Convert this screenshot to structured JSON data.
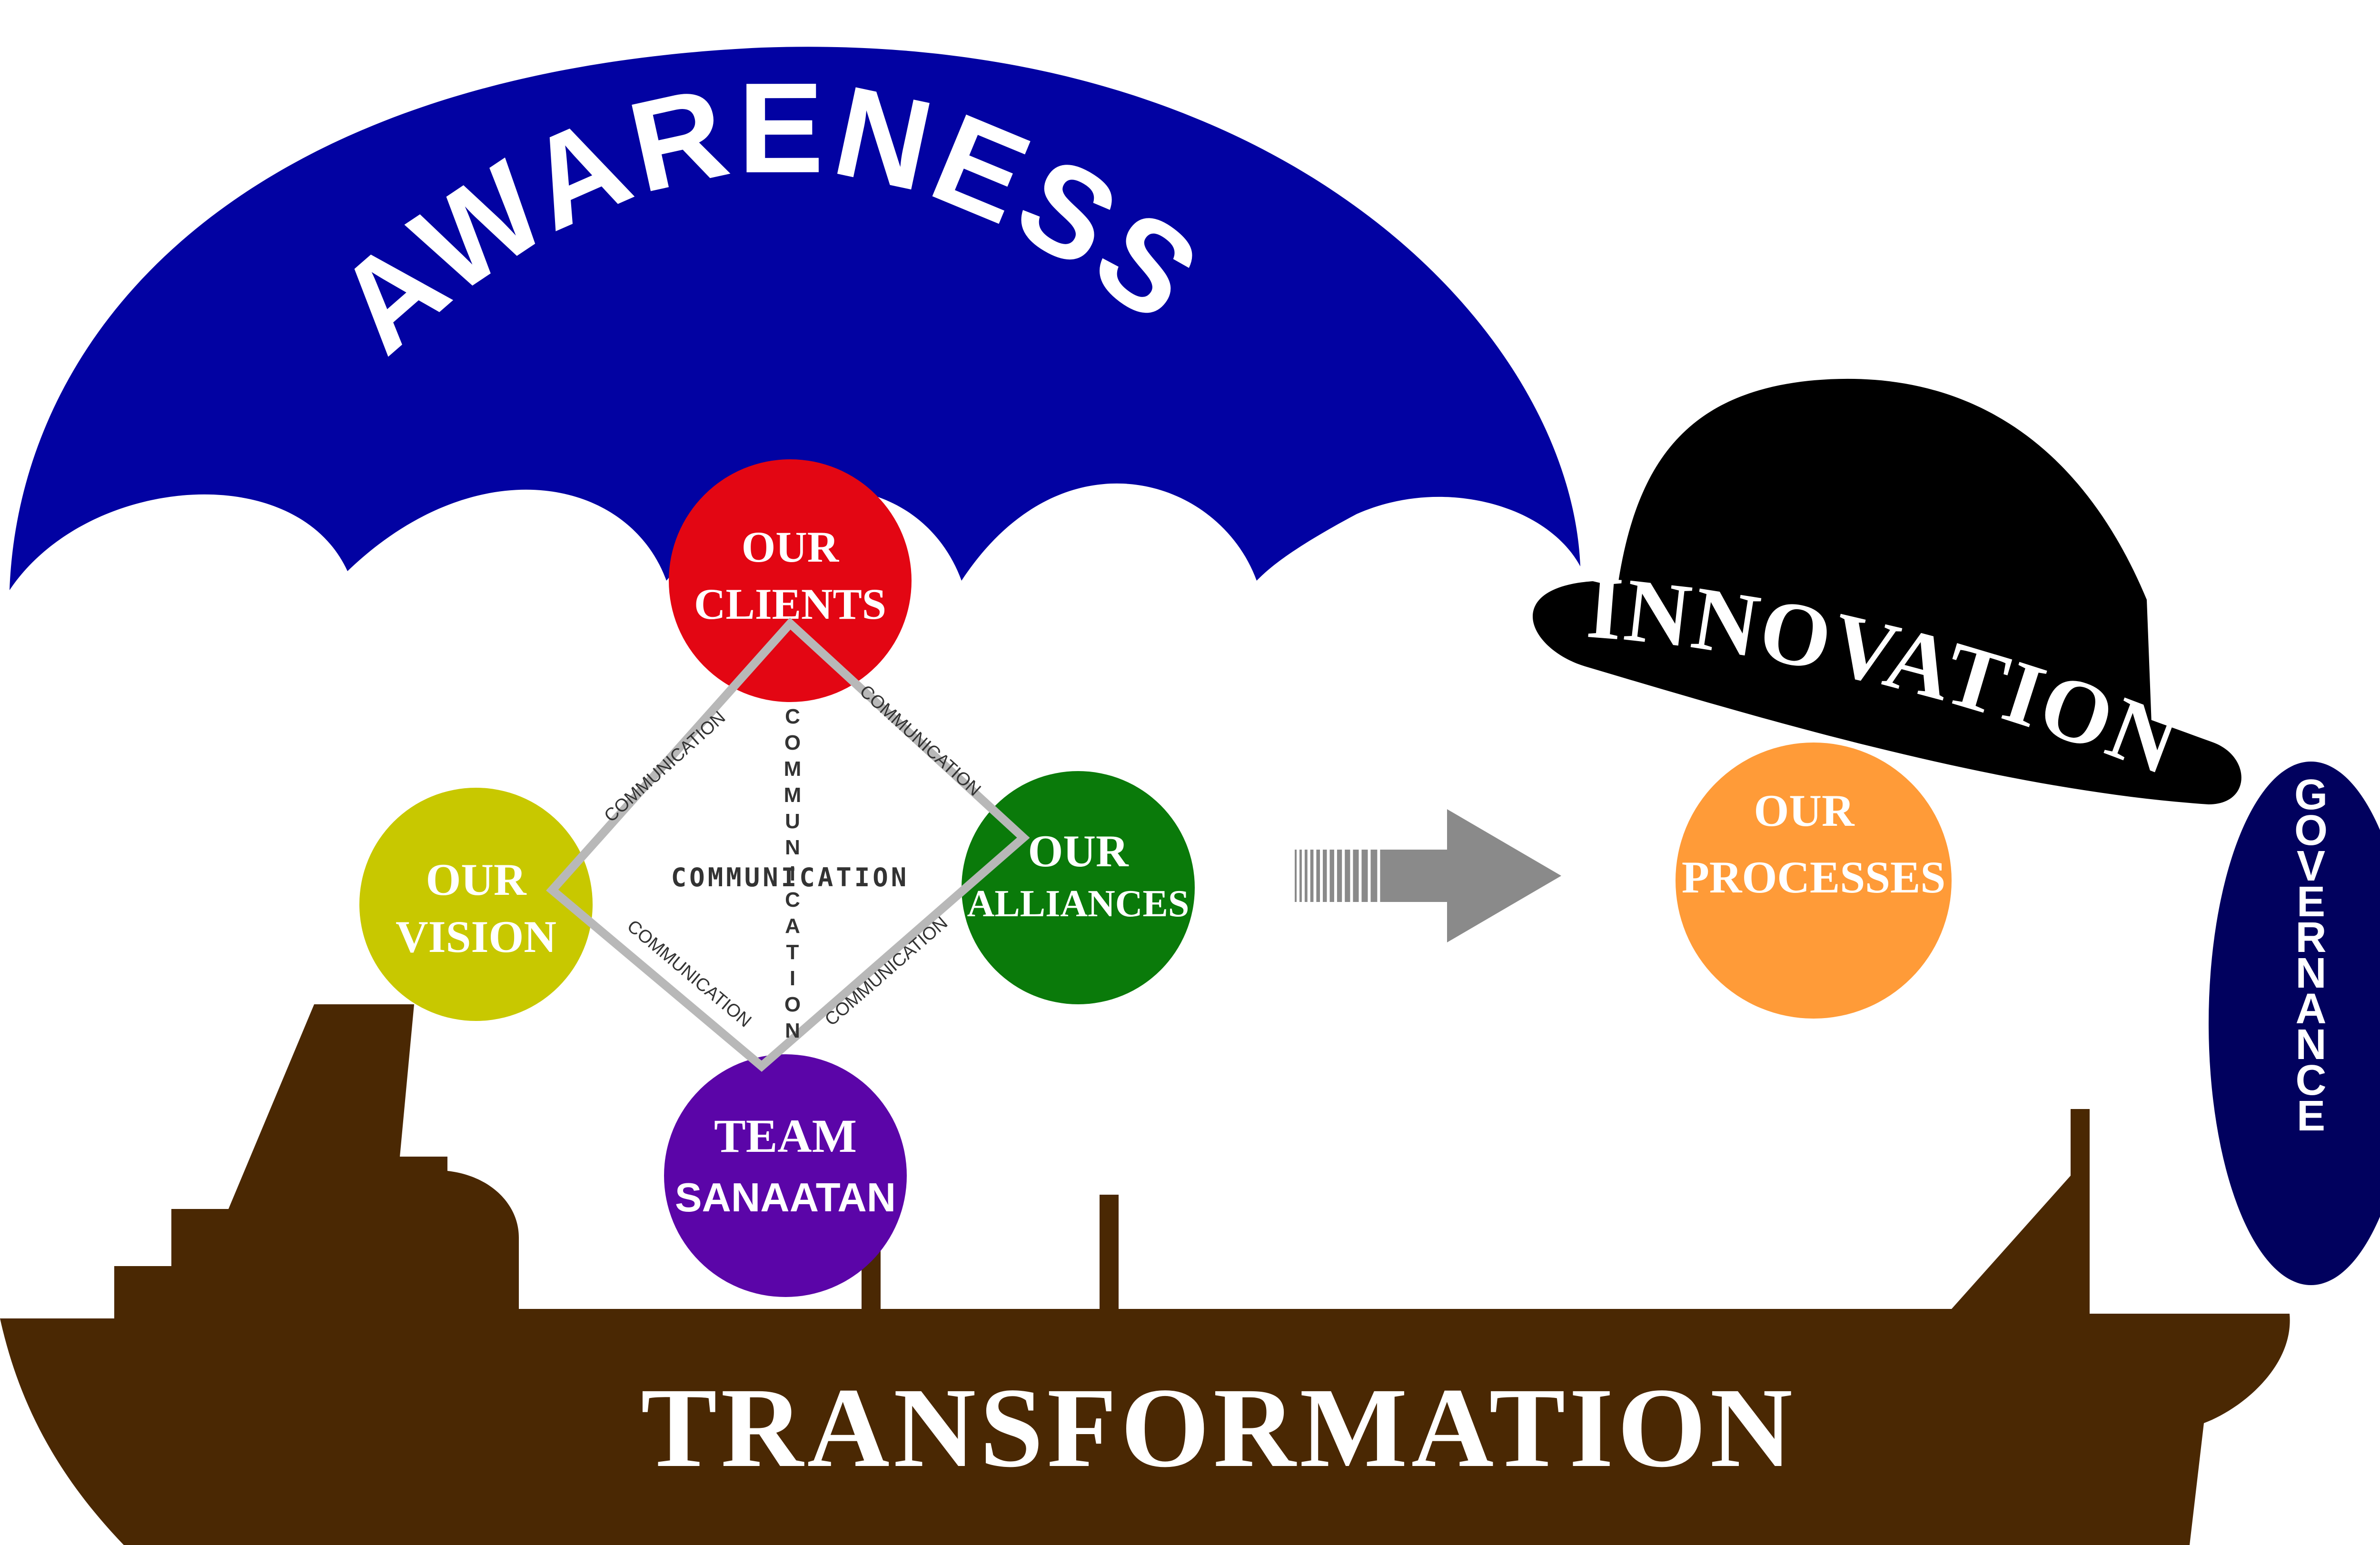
{
  "diagram": {
    "awareness": "AWARENESS",
    "innovation": "INNOVATION",
    "governance": "GOVERNANCE",
    "transformation": "TRANSFORMATION",
    "nodes": {
      "clients": {
        "line1": "OUR",
        "line2": "CLIENTS"
      },
      "vision": {
        "line1": "OUR",
        "line2": "VISION"
      },
      "alliances": {
        "line1": "OUR",
        "line2": "ALLIANCES"
      },
      "team": {
        "line1": "TEAM",
        "line2": "SANAATAN"
      },
      "processes": {
        "line1": "OUR",
        "line2": "PROCESSES"
      }
    },
    "communication": {
      "edge_label": "COMMUNICATION",
      "center_horizontal": "COMMUNICATION",
      "center_vertical": "COMMUNICATION"
    }
  },
  "colors": {
    "umbrella": "#0202A2",
    "hat": "#000000",
    "governance": "#01015E",
    "ship": "#4A2803",
    "arrow": "#8A8A8A",
    "diamond": "#B8B8B8",
    "clients": "#E30613",
    "vision": "#C8C800",
    "alliances": "#0A7A0A",
    "team": "#5B05A8",
    "processes": "#FF9B38",
    "text_light": "#FFFFFF",
    "text_dark": "#333333"
  }
}
